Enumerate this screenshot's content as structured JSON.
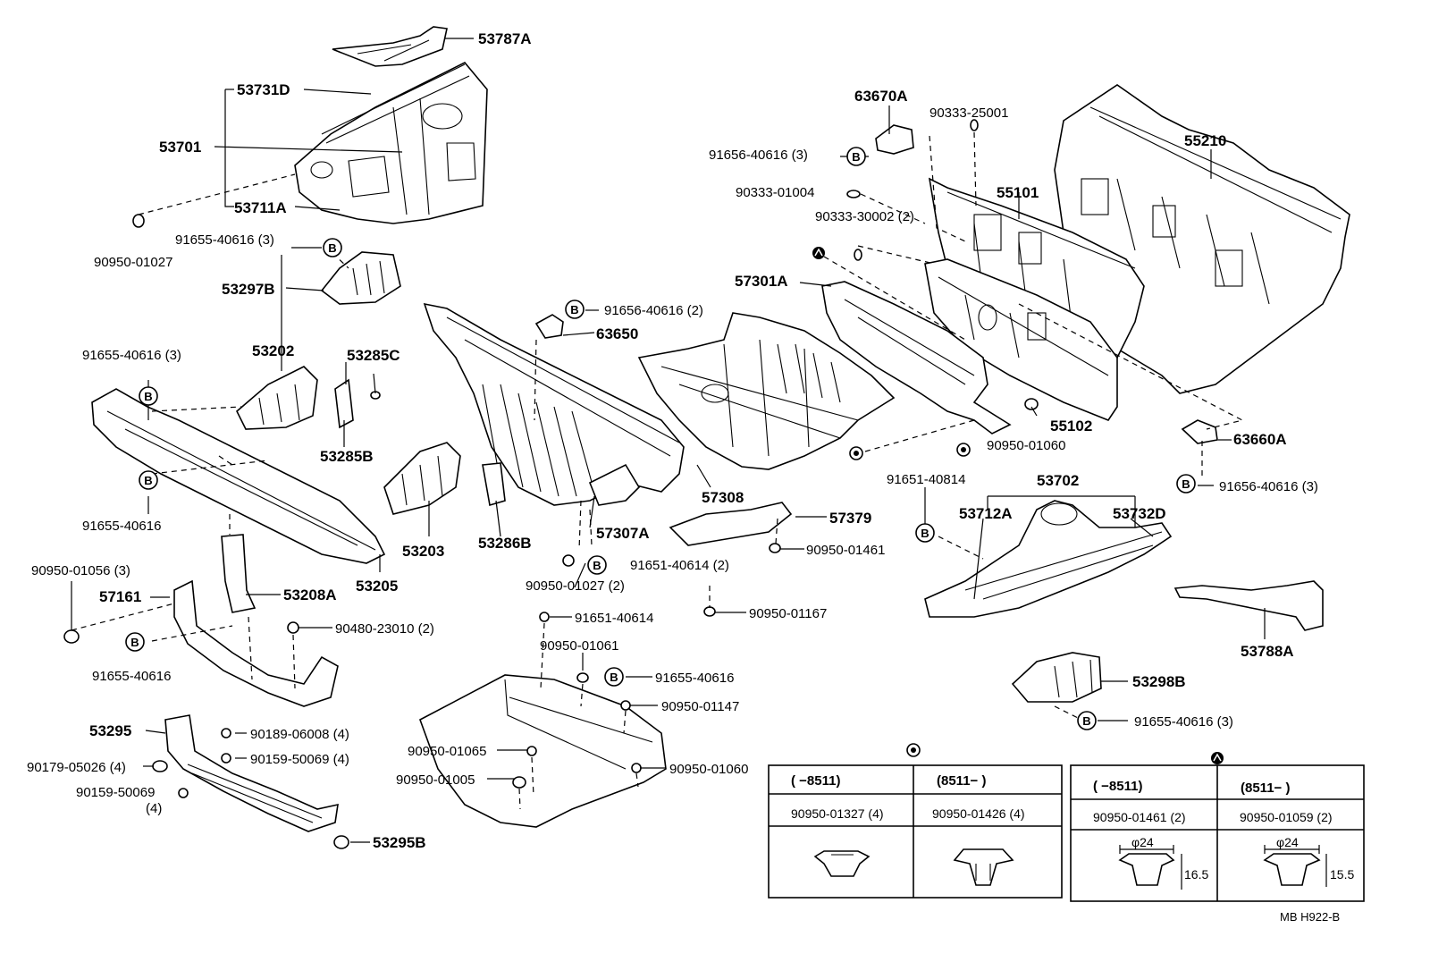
{
  "labels": [
    "53787A",
    "53731D",
    "53701",
    "53711A",
    "90950-01027",
    "91655-40616 (3)",
    "53297B",
    "63670A",
    "90333-25001",
    "91656-40616 (3)",
    "90333-01004",
    "90333-30002 (2)",
    "55101",
    "55210",
    "57301A",
    "91656-40616 (2)",
    "63650",
    "91655-40616 (3)",
    "53202",
    "53285C",
    "53285B",
    "91655-40616",
    "55102",
    "90950-01060",
    "63660A",
    "91656-40616 (3)",
    "57308",
    "53203",
    "53286B",
    "57307A",
    "57379",
    "90950-01461",
    "91651-40614 (2)",
    "90950-01027 (2)",
    "90950-01167",
    "53205",
    "90950-01056 (3)",
    "57161",
    "53208A",
    "90480-23010 (2)",
    "91655-40616",
    "91651-40614",
    "90950-01061",
    "91655-40616",
    "90950-01147",
    "90950-01065",
    "90950-01005",
    "90950-01060",
    "53295",
    "90189-06008 (4)",
    "90159-50069 (4)",
    "90179-05026 (4)",
    "90159-50069",
    "(4)",
    "53295B",
    "91651-40814",
    "53702",
    "53712A",
    "53732D",
    "53788A",
    "53298B",
    "91655-40616 (3)"
  ],
  "markers": {
    "b": "B"
  },
  "table_c": {
    "col1_header": "(       −8511)",
    "col2_header": "(8511−       )",
    "col1_part": "90950-01327 (4)",
    "col2_part": "90950-01426 (4)"
  },
  "table_a": {
    "col1_header": "(       −8511)",
    "col2_header": "(8511−        )",
    "col1_part": "90950-01461 (2)",
    "col2_part": "90950-01059 (2)",
    "col1_dia": "φ24",
    "col1_h": "16.5",
    "col2_dia": "φ24",
    "col2_h": "15.5"
  },
  "footer": {
    "code": "MB   H922-B"
  }
}
